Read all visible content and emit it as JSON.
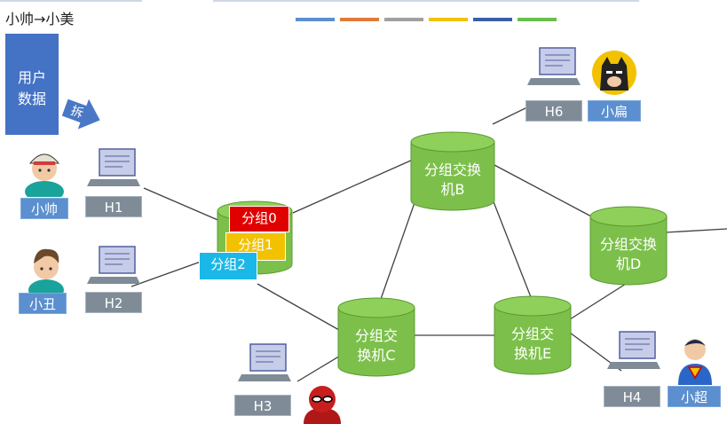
{
  "header": {
    "title": "小帅→小美"
  },
  "top_bar_colors": [
    "#5b8fcf",
    "#e07a3a",
    "#a0a0a0",
    "#f2c200",
    "#3a5fa8",
    "#6abf4b"
  ],
  "colors": {
    "node_fill": "#7cc04b",
    "node_top": "#8fd05a",
    "node_stroke": "#5a9a30",
    "link": "#404040",
    "user_blue": "#5b8fcf",
    "host_gray": "#7f8c97"
  },
  "user_data": {
    "line1": "用户",
    "line2": "数据",
    "split_label": "拆"
  },
  "users": {
    "xiaoshuai": "小帅",
    "xiaochou": "小丑",
    "xiaobian": "小扁",
    "xiaochao": "小超"
  },
  "hosts": {
    "h1": "H1",
    "h2": "H2",
    "h3": "H3",
    "h4": "H4",
    "h6": "H6"
  },
  "switches": {
    "a": {
      "line1": "",
      "line2": ""
    },
    "b": {
      "line1": "分组交换",
      "line2": "机B"
    },
    "c": {
      "line1": "分组交",
      "line2": "换机C"
    },
    "d": {
      "line1": "分组交换",
      "line2": "机D"
    },
    "e": {
      "line1": "分组交",
      "line2": "换机E"
    }
  },
  "packets": {
    "p0": "分组0",
    "p1": "分组1",
    "p2": "分组2"
  },
  "packet_colors": {
    "p0": "#e00000",
    "p1": "#f2c200",
    "p2": "#1ab8e8"
  }
}
